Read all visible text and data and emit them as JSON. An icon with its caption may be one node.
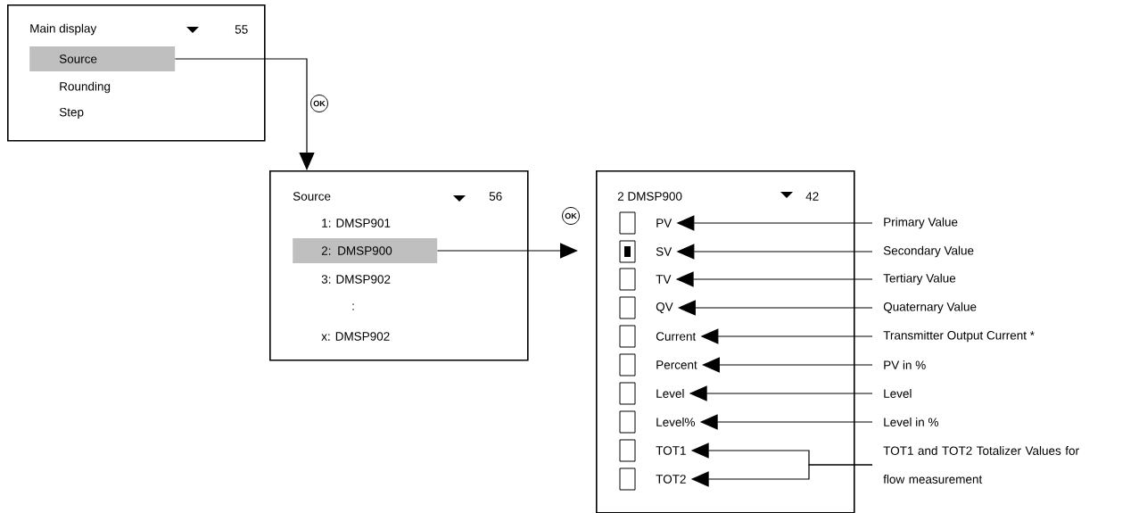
{
  "diagram": {
    "nodes": [
      {
        "text": [
          "Main display",
          "55",
          "Rounding",
          "Step"
        ]
      },
      {
        "text": [
          "Source"
        ],
        "in": 0
      },
      {
        "text": [
          "Source",
          "56",
          "1: DMSP901",
          "3: DMSP902",
          ":",
          "x: DMSP902"
        ]
      },
      {
        "text": [
          "2: DMSP900"
        ],
        "in": 2
      },
      {
        "text": [
          "2 DMSP900",
          "42"
        ]
      },
      {
        "text": [
          "PV"
        ],
        "in": 4
      },
      {
        "text": [
          "SV"
        ],
        "in": 4
      },
      {
        "text": [
          "TV"
        ],
        "in": 4
      },
      {
        "text": [
          "QV"
        ],
        "in": 4
      },
      {
        "text": [
          "Current"
        ],
        "in": 4
      },
      {
        "text": [
          "Percent"
        ],
        "in": 4
      },
      {
        "text": [
          "Level"
        ],
        "in": 4
      },
      {
        "text": [
          "Level%"
        ],
        "in": 4
      },
      {
        "text": [
          "TOT1"
        ],
        "in": 4
      },
      {
        "text": [
          "TOT2"
        ],
        "in": 4
      },
      {
        "text": [
          "Primary Value"
        ]
      },
      {
        "text": [
          "Secondary Value"
        ]
      },
      {
        "text": [
          "Tertiary Value"
        ]
      },
      {
        "text": [
          "Quaternary Value"
        ]
      },
      {
        "text": [
          "Transmitter Output Current *"
        ]
      },
      {
        "text": [
          "PV in %"
        ]
      },
      {
        "text": [
          "Level"
        ]
      },
      {
        "text": [
          "Level in %"
        ]
      },
      {
        "text": [
          "TOT1 and TOT2 Totalizer Values for flow measurement"
        ]
      }
    ],
    "edges": [
      {
        "from": 1,
        "to": 2,
        "arrow": "to",
        "label": "OK"
      },
      {
        "from": 3,
        "to": 4,
        "arrow": "to",
        "label": "OK"
      },
      {
        "from": 15,
        "to": 5,
        "arrow": "to"
      },
      {
        "from": 16,
        "to": 6,
        "arrow": "to"
      },
      {
        "from": 17,
        "to": 7,
        "arrow": "to"
      },
      {
        "from": 18,
        "to": 8,
        "arrow": "to"
      },
      {
        "from": 19,
        "to": 9,
        "arrow": "to"
      },
      {
        "from": 20,
        "to": 10,
        "arrow": "to"
      },
      {
        "from": 21,
        "to": 11,
        "arrow": "to"
      },
      {
        "from": 22,
        "to": 12,
        "arrow": "to"
      },
      {
        "from": 23,
        "to": 13,
        "arrow": "to"
      },
      {
        "from": 23,
        "to": 14,
        "arrow": "to"
      }
    ]
  }
}
